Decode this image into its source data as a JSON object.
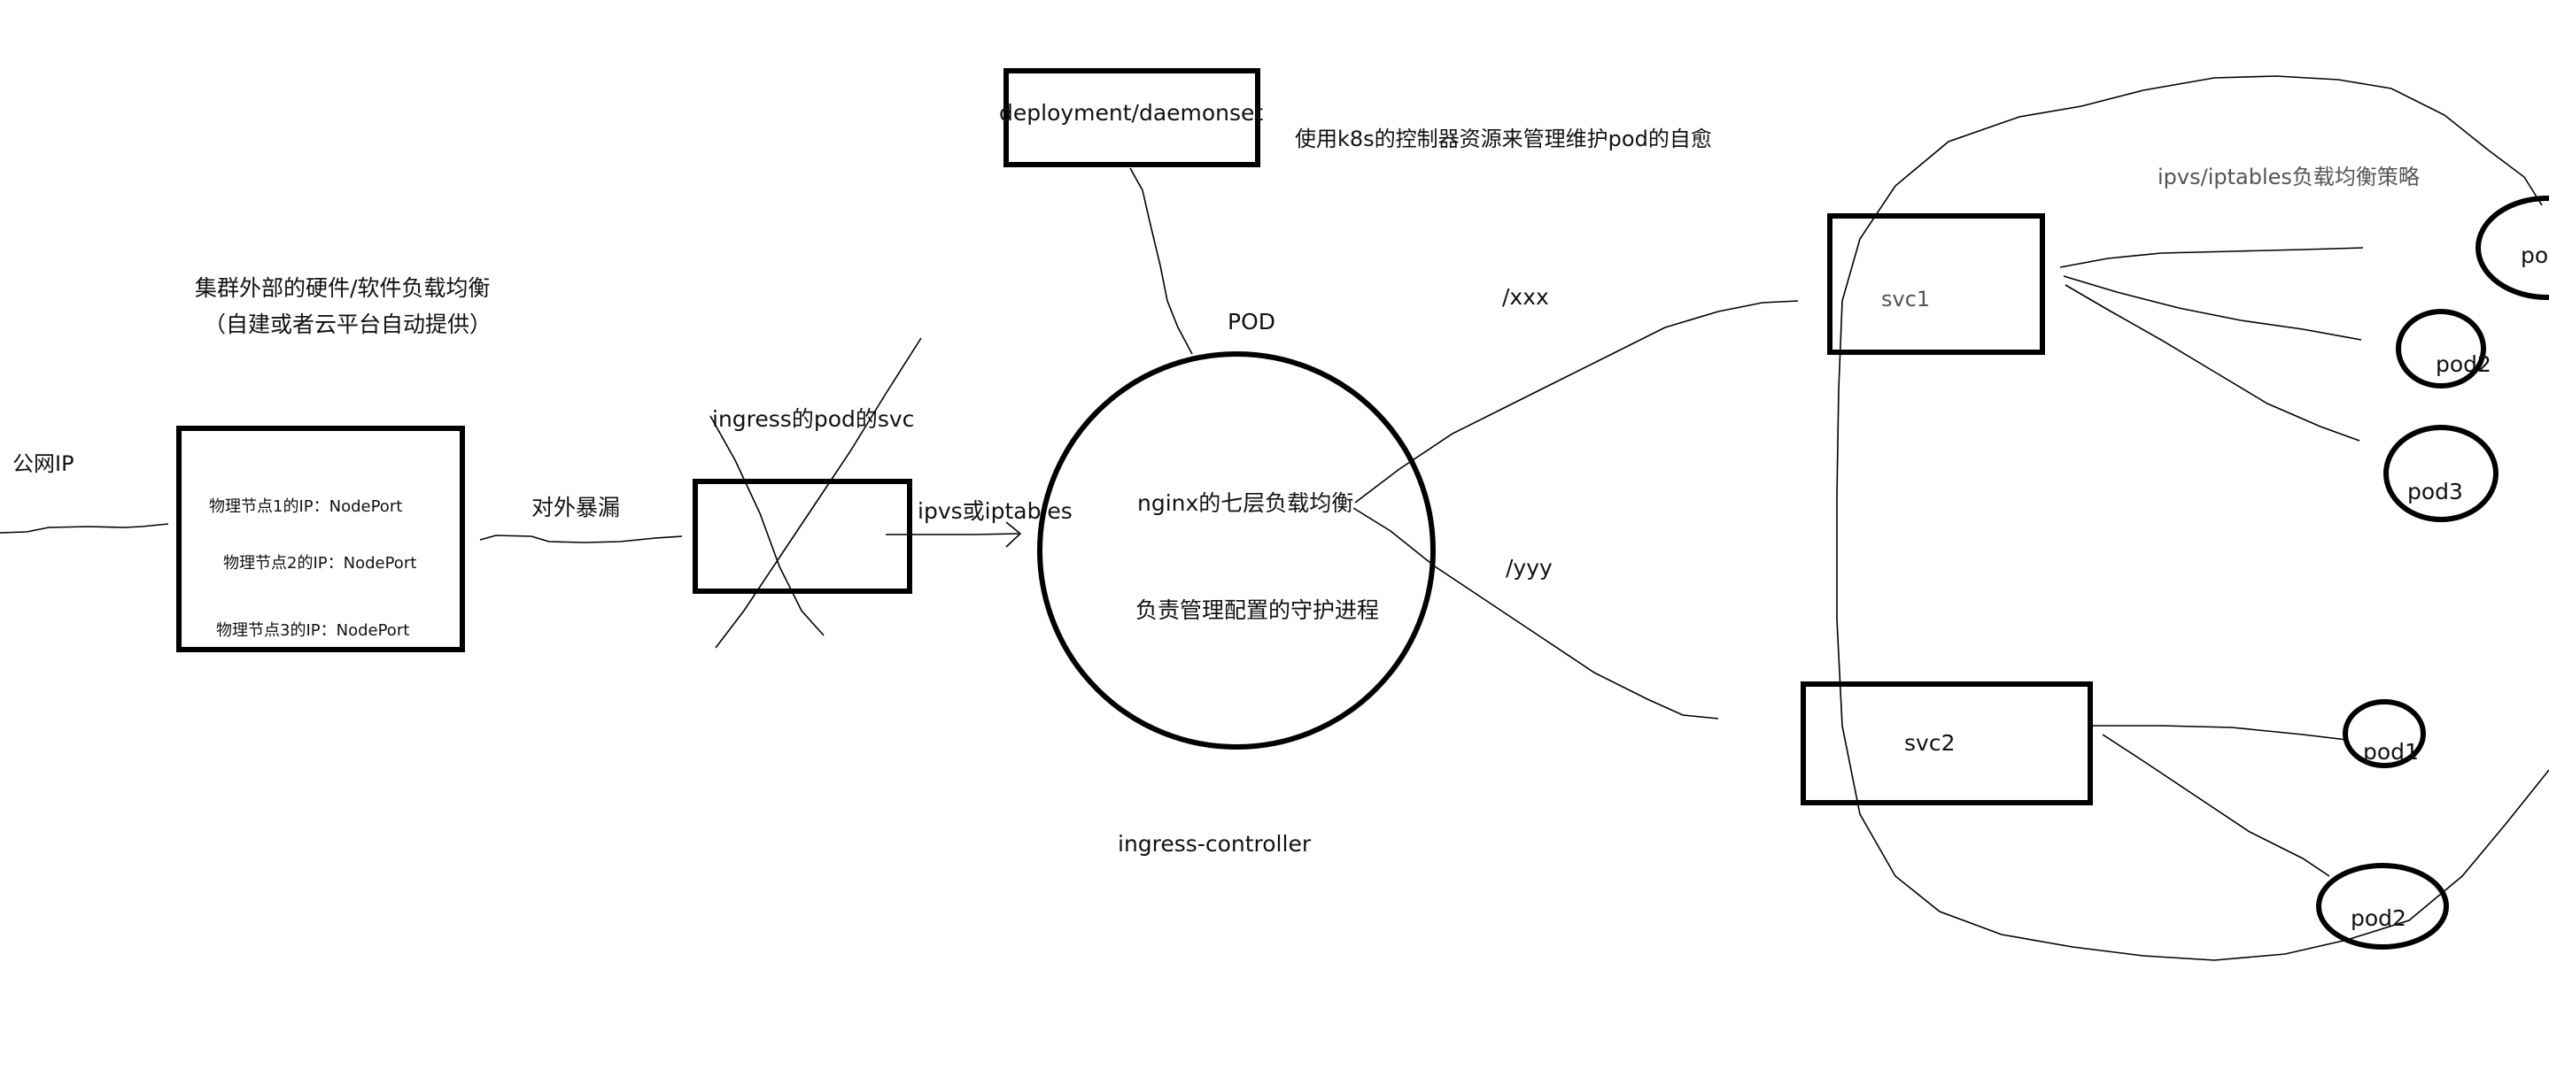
{
  "labels": {
    "public_ip": "公网IP",
    "external_lb_line1": "集群外部的硬件/软件负载均衡",
    "external_lb_line2": "（自建或者云平台自动提供）",
    "node1": "物理节点1的IP：NodePort",
    "node2": "物理节点2的IP：NodePort",
    "node3": "物理节点3的IP：NodePort",
    "expose": "对外暴漏",
    "ingress_pod_svc": "ingress的pod的svc",
    "ipvs_iptables": "ipvs或iptables",
    "deployment": "deployment/daemonset",
    "controller_note": "使用k8s的控制器资源来管理维护pod的自愈",
    "pod_label": "POD",
    "nginx": "nginx的七层负载均衡",
    "daemon": "负责管理配置的守护进程",
    "ingress_controller": "ingress-controller",
    "path_xxx": "/xxx",
    "path_yyy": "/yyy",
    "svc1": "svc1",
    "svc2": "svc2",
    "lb_strategy": "ipvs/iptables负载均衡策略",
    "pod_cut": "po",
    "pod2_top": "pod2",
    "pod3": "pod3",
    "pod1_bottom": "pod1",
    "pod2_bottom": "pod2"
  }
}
